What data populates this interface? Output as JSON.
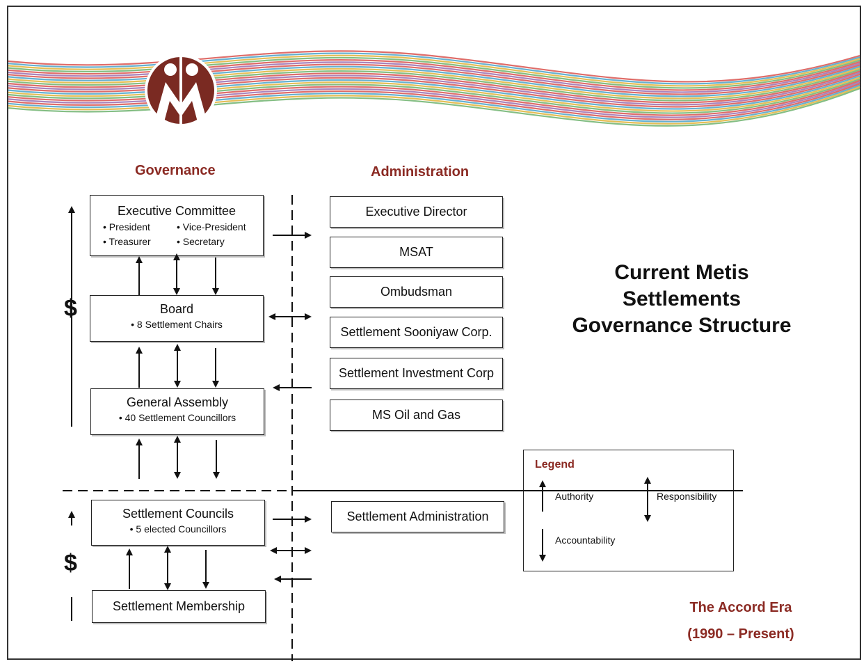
{
  "headings": {
    "governance": "Governance",
    "administration": "Administration"
  },
  "title": {
    "line1": "Current Metis",
    "line2": "Settlements",
    "line3": "Governance Structure"
  },
  "era": {
    "line1": "The Accord Era",
    "line2": "(1990 – Present)"
  },
  "governance": {
    "executive_committee": {
      "title": "Executive Committee",
      "members": [
        "• President",
        "• Vice-President",
        "• Treasurer",
        "• Secretary"
      ]
    },
    "board": {
      "title": "Board",
      "sub": "• 8 Settlement Chairs"
    },
    "general_assembly": {
      "title": "General Assembly",
      "sub": "• 40 Settlement Councillors"
    },
    "settlement_councils": {
      "title": "Settlement Councils",
      "sub": "• 5 elected Councillors"
    },
    "settlement_membership": {
      "title": "Settlement Membership"
    }
  },
  "administration": {
    "items": [
      "Executive Director",
      "MSAT",
      "Ombudsman",
      "Settlement Sooniyaw Corp.",
      "Settlement Investment Corp",
      "MS Oil and Gas"
    ],
    "settlement_administration": "Settlement Administration"
  },
  "dollar_symbol": "$",
  "legend": {
    "title": "Legend",
    "authority": "Authority",
    "responsibility": "Responsibility",
    "accountability": "Accountability"
  },
  "colors": {
    "accent": "#8b2a23",
    "logo": "#7a2a22",
    "stripes": [
      "#d9534f",
      "#4aa3c9",
      "#e0b33a",
      "#6fb36f",
      "#d9534f",
      "#9a6fb0"
    ]
  }
}
